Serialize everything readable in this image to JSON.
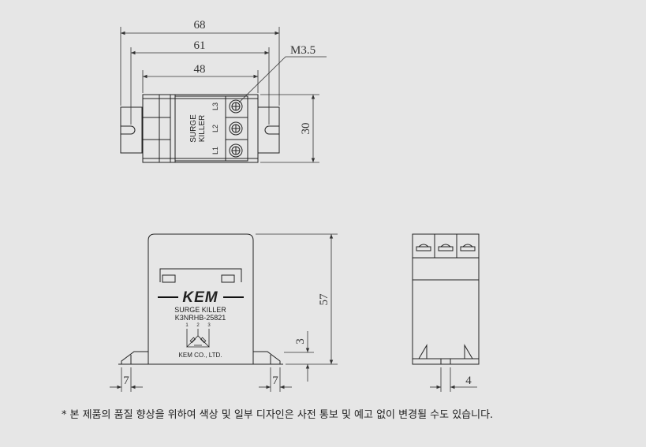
{
  "top_view": {
    "dim_width_total": "68",
    "dim_mount_pitch": "61",
    "dim_body_width": "48",
    "dim_height": "30",
    "screw_callout": "M3.5",
    "module_label_line1": "SURGE",
    "module_label_line2": "KILLER",
    "terminals": [
      "L3",
      "L2",
      "L1"
    ]
  },
  "front_view": {
    "brand": "KEM",
    "product_line": "SURGE KILLER",
    "model": "K3NRHB-25821",
    "pin_numbers": [
      "1",
      "2",
      "3"
    ],
    "manufacturer": "KEM CO., LTD.",
    "dim_height": "57",
    "dim_flange_height": "3",
    "dim_left_tab": "7",
    "dim_right_tab": "7"
  },
  "side_view": {
    "dim_tab": "4"
  },
  "footnote": {
    "marker": "*",
    "text": "본 제품의 품질 향상을 위하여 색상 및 일부 디자인은 사전 통보 및 예고 없이 변경될 수도 있습니다."
  }
}
